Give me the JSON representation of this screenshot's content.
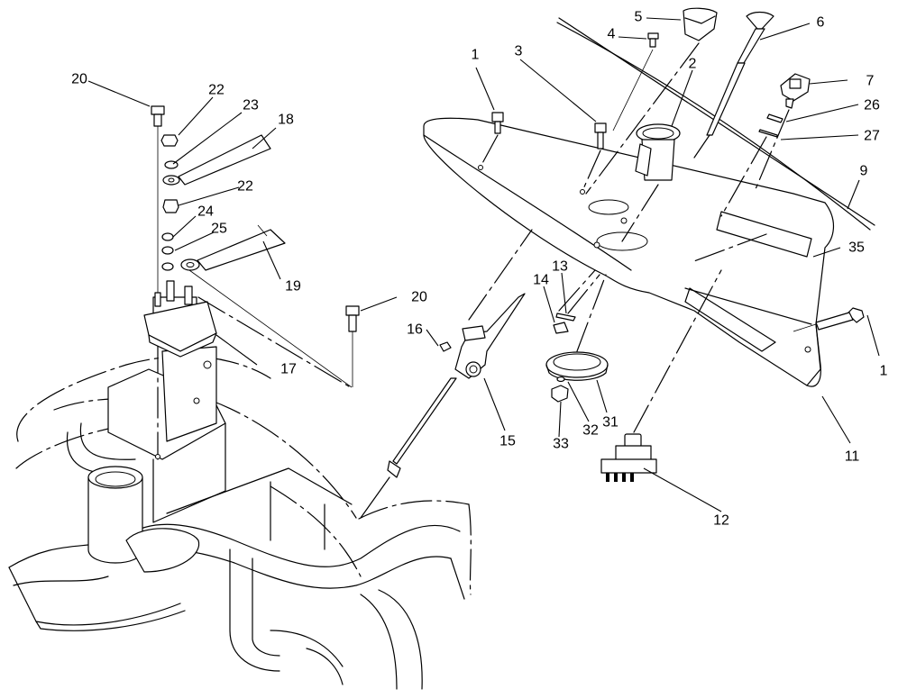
{
  "callouts": [
    "1",
    "1",
    "2",
    "3",
    "4",
    "5",
    "6",
    "7",
    "9",
    "11",
    "12",
    "13",
    "14",
    "15",
    "16",
    "17",
    "18",
    "19",
    "20",
    "20",
    "22",
    "22",
    "23",
    "24",
    "25",
    "26",
    "27",
    "31",
    "32",
    "33",
    "35"
  ],
  "colors": {
    "line": "#000000",
    "background": "#ffffff"
  }
}
